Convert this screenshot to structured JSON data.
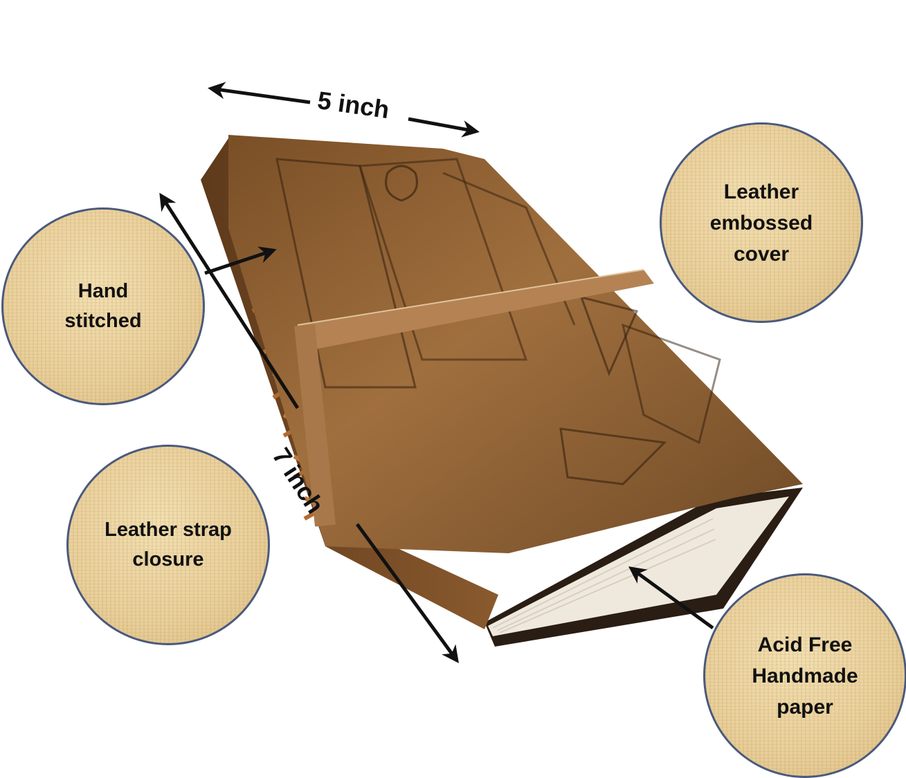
{
  "dimensions": {
    "width_label": "5 inch",
    "height_label": "7 inch"
  },
  "callouts": {
    "hand_stitched": "Hand\nstitched",
    "strap_closure": "Leather strap\nclosure",
    "embossed_cover": "Leather\nembossed\ncover",
    "acid_free_paper": "Acid Free\nHandmade\npaper"
  },
  "colors": {
    "leather": "#8a5a2e",
    "callout_border": "#4a5a7c",
    "callout_fill": "#e9cf9a",
    "arrow": "#111111"
  }
}
